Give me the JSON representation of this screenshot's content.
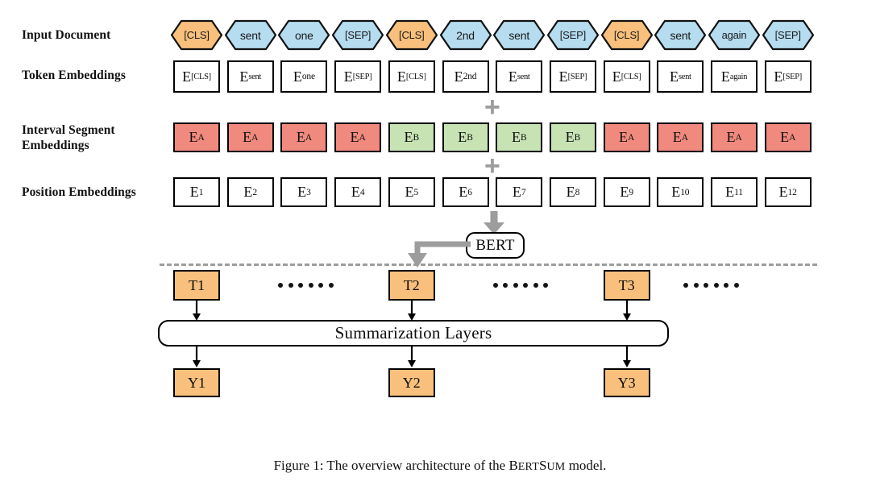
{
  "figure": {
    "caption_prefix": "Figure 1: The overview architecture of the ",
    "caption_model_small_caps_first": "B",
    "caption_model_small_caps_rest": "ERT",
    "caption_model_small_caps_first2": "S",
    "caption_model_small_caps_rest2": "UM",
    "caption_suffix": " model."
  },
  "rows": {
    "input_document_label": "Input Document",
    "token_embeddings_label": "Token Embeddings",
    "interval_segment_label": "Interval Segment\nEmbeddings",
    "position_embeddings_label": "Position Embeddings"
  },
  "colors": {
    "token_cls_orange": "#F8C07C",
    "token_word_blue": "#B5DCEF",
    "segment_a_red": "#F08A7E",
    "segment_b_green": "#C7E3B4",
    "output_orange": "#F8C07C",
    "gray_arrow": "#9D9D9D",
    "outline_black": "#000000"
  },
  "input_tokens": [
    {
      "text": "[CLS]",
      "type": "cls"
    },
    {
      "text": "sent",
      "type": "word"
    },
    {
      "text": "one",
      "type": "word"
    },
    {
      "text": "[SEP]",
      "type": "word"
    },
    {
      "text": "[CLS]",
      "type": "cls"
    },
    {
      "text": "2nd",
      "type": "word"
    },
    {
      "text": "sent",
      "type": "word"
    },
    {
      "text": "[SEP]",
      "type": "word"
    },
    {
      "text": "[CLS]",
      "type": "cls"
    },
    {
      "text": "sent",
      "type": "word"
    },
    {
      "text": "again",
      "type": "word"
    },
    {
      "text": "[SEP]",
      "type": "word"
    }
  ],
  "token_embeddings": [
    {
      "base": "E",
      "sub": "[CLS]"
    },
    {
      "base": "E",
      "sub": "sent"
    },
    {
      "base": "E",
      "sub": "one"
    },
    {
      "base": "E",
      "sub": "[SEP]"
    },
    {
      "base": "E",
      "sub": "[CLS]"
    },
    {
      "base": "E",
      "sub": "2nd"
    },
    {
      "base": "E",
      "sub": "sent"
    },
    {
      "base": "E",
      "sub": "[SEP]"
    },
    {
      "base": "E",
      "sub": "[CLS]"
    },
    {
      "base": "E",
      "sub": "sent"
    },
    {
      "base": "E",
      "sub": "again"
    },
    {
      "base": "E",
      "sub": "[SEP]"
    }
  ],
  "segment_embeddings": [
    {
      "base": "E",
      "sub": "A",
      "segment": "A"
    },
    {
      "base": "E",
      "sub": "A",
      "segment": "A"
    },
    {
      "base": "E",
      "sub": "A",
      "segment": "A"
    },
    {
      "base": "E",
      "sub": "A",
      "segment": "A"
    },
    {
      "base": "E",
      "sub": "B",
      "segment": "B"
    },
    {
      "base": "E",
      "sub": "B",
      "segment": "B"
    },
    {
      "base": "E",
      "sub": "B",
      "segment": "B"
    },
    {
      "base": "E",
      "sub": "B",
      "segment": "B"
    },
    {
      "base": "E",
      "sub": "A",
      "segment": "A"
    },
    {
      "base": "E",
      "sub": "A",
      "segment": "A"
    },
    {
      "base": "E",
      "sub": "A",
      "segment": "A"
    },
    {
      "base": "E",
      "sub": "A",
      "segment": "A"
    }
  ],
  "position_embeddings": [
    {
      "base": "E",
      "sub": "1"
    },
    {
      "base": "E",
      "sub": "2"
    },
    {
      "base": "E",
      "sub": "3"
    },
    {
      "base": "E",
      "sub": "4"
    },
    {
      "base": "E",
      "sub": "5"
    },
    {
      "base": "E",
      "sub": "6"
    },
    {
      "base": "E",
      "sub": "7"
    },
    {
      "base": "E",
      "sub": "8"
    },
    {
      "base": "E",
      "sub": "9"
    },
    {
      "base": "E",
      "sub": "10"
    },
    {
      "base": "E",
      "sub": "11"
    },
    {
      "base": "E",
      "sub": "12"
    }
  ],
  "operators": {
    "plus_top": "+",
    "plus_bottom": "+"
  },
  "encoder": {
    "label": "BERT"
  },
  "sentence_vectors": [
    {
      "base": "T",
      "sub": "1"
    },
    {
      "base": "T",
      "sub": "2"
    },
    {
      "base": "T",
      "sub": "3"
    }
  ],
  "summarization": {
    "label": "Summarization Layers"
  },
  "outputs": [
    {
      "base": "Y",
      "sub": "1"
    },
    {
      "base": "Y",
      "sub": "2"
    },
    {
      "base": "Y",
      "sub": "3"
    }
  ],
  "ellipsis": {
    "dot_count": 6,
    "groups": 3
  }
}
